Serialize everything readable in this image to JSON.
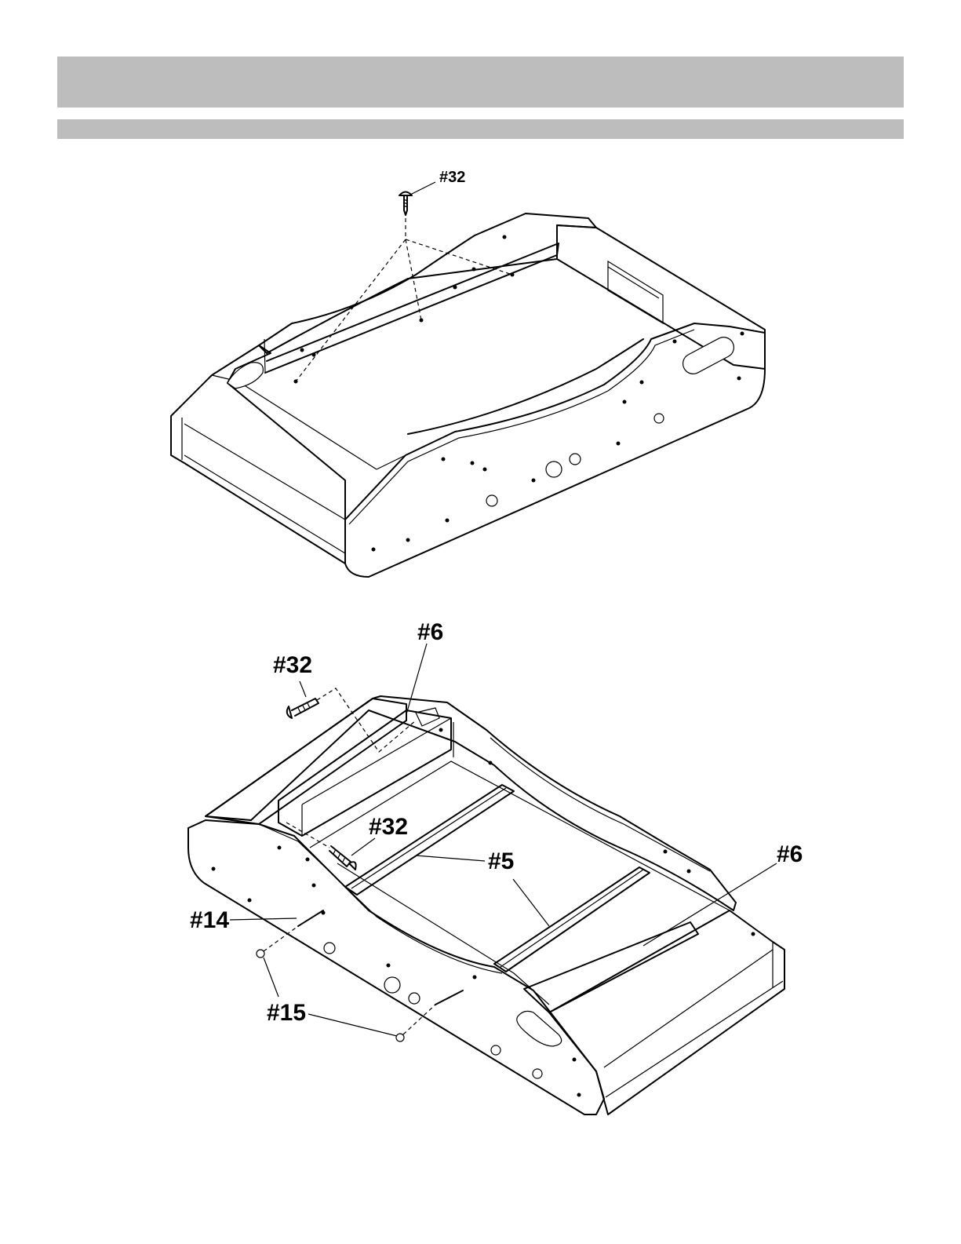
{
  "header": {
    "title": "",
    "subtitle": "",
    "bar_color": "#bdbdbd"
  },
  "figure_top": {
    "callouts": {
      "screw": "#32"
    }
  },
  "figure_bottom": {
    "callouts": {
      "part6_top": "#6",
      "screw_left": "#32",
      "screw_center": "#32",
      "part5": "#5",
      "part6_right": "#6",
      "part14": "#14",
      "part15": "#15"
    }
  }
}
